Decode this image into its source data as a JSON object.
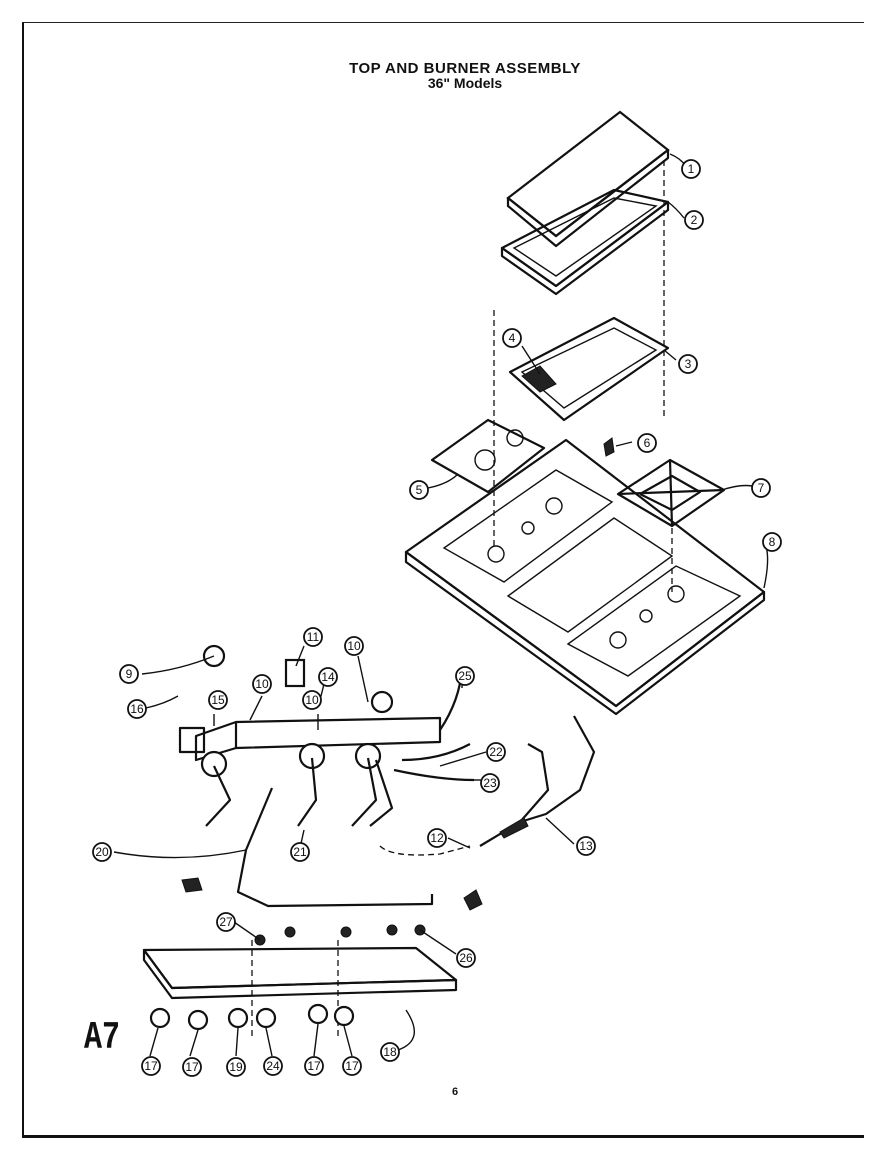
{
  "title": "TOP AND BURNER ASSEMBLY",
  "subtitle": "36\" Models",
  "diagram_code": "A7",
  "page_number": "6",
  "callouts": [
    {
      "label": "1"
    },
    {
      "label": "2"
    },
    {
      "label": "3"
    },
    {
      "label": "4"
    },
    {
      "label": "5"
    },
    {
      "label": "6"
    },
    {
      "label": "7"
    },
    {
      "label": "8"
    },
    {
      "label": "9"
    },
    {
      "label": "10"
    },
    {
      "label": "11"
    },
    {
      "label": "10"
    },
    {
      "label": "14"
    },
    {
      "label": "10"
    },
    {
      "label": "15"
    },
    {
      "label": "16"
    },
    {
      "label": "25"
    },
    {
      "label": "22"
    },
    {
      "label": "23"
    },
    {
      "label": "12"
    },
    {
      "label": "13"
    },
    {
      "label": "20"
    },
    {
      "label": "21"
    },
    {
      "label": "27"
    },
    {
      "label": "26"
    },
    {
      "label": "17"
    },
    {
      "label": "17"
    },
    {
      "label": "19"
    },
    {
      "label": "24"
    },
    {
      "label": "17"
    },
    {
      "label": "17"
    },
    {
      "label": "18"
    }
  ]
}
